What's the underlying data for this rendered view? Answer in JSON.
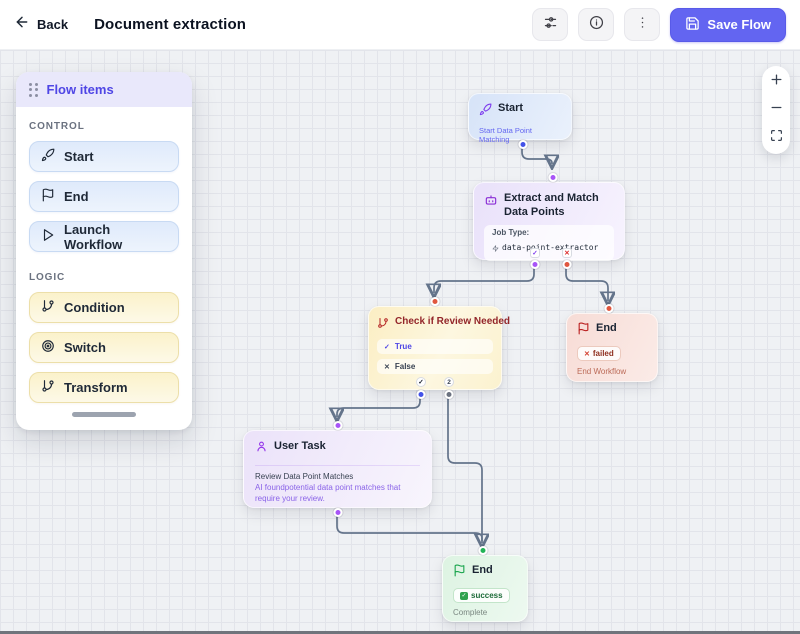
{
  "header": {
    "back_label": "Back",
    "title": "Document extraction",
    "save_label": "Save Flow",
    "icon_buttons": [
      "sliders",
      "info",
      "kebab-menu"
    ]
  },
  "panel": {
    "title": "Flow items",
    "sections": [
      {
        "label": "CONTROL",
        "items": [
          {
            "label": "Start",
            "icon": "rocket"
          },
          {
            "label": "End",
            "icon": "flag"
          },
          {
            "label": "Launch Workflow",
            "icon": "play"
          }
        ]
      },
      {
        "label": "LOGIC",
        "items": [
          {
            "label": "Condition",
            "icon": "git-branch"
          },
          {
            "label": "Switch",
            "icon": "target"
          },
          {
            "label": "Transform",
            "icon": "git-branch"
          }
        ]
      }
    ]
  },
  "canvas": {
    "zoom_controls": [
      "zoom-in",
      "zoom-out",
      "fit-view"
    ],
    "nodes": {
      "start": {
        "title": "Start",
        "subtitle": "Start Data Point Matching"
      },
      "extract": {
        "title": "Extract and Match Data Points",
        "job_label": "Job Type:",
        "job_value": "data-point-extractor",
        "handle_success_glyph": "✓",
        "handle_fail_glyph": "✕"
      },
      "condition": {
        "title": "Check if Review Needed",
        "options": [
          {
            "glyph": "✓",
            "label": "True"
          },
          {
            "glyph": "✕",
            "label": "False"
          }
        ],
        "handle_true_glyph": "✓",
        "handle_else_glyph": "2"
      },
      "end_failed": {
        "title": "End",
        "badge_glyph": "✕",
        "badge": "failed",
        "subtitle": "End Workflow"
      },
      "user_task": {
        "title": "User Task",
        "heading": "Review Data Point Matches",
        "description": "AI foundpotential data point matches that require your review."
      },
      "end_success": {
        "title": "End",
        "badge_glyph": "✓",
        "badge": "success",
        "subtitle": "Complete"
      }
    }
  },
  "colors": {
    "accent": "#6365f1",
    "edge": "#64748b",
    "handle_blue": "#4352e8",
    "handle_purple": "#a855f7",
    "handle_red": "#e0573f",
    "handle_gray": "#6b7280",
    "handle_green": "#22b357"
  }
}
